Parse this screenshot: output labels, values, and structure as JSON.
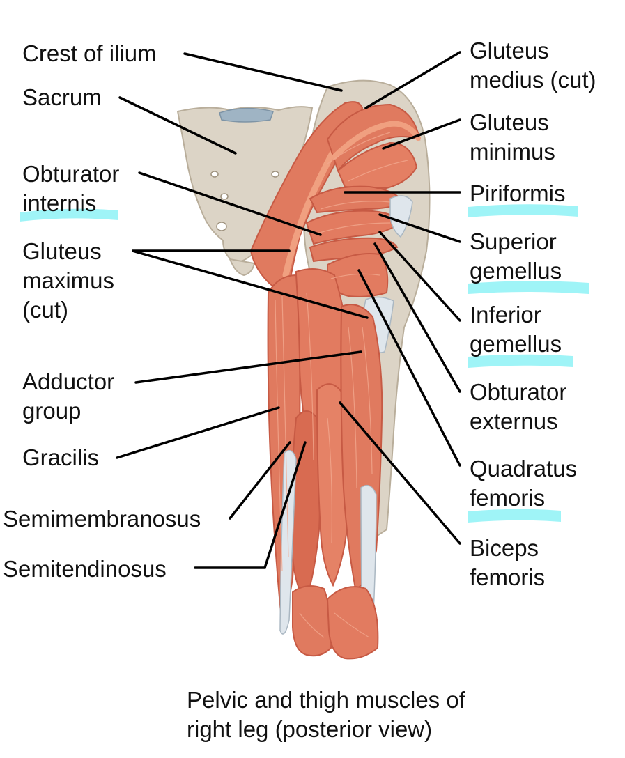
{
  "colors": {
    "bone": "#dcd4c6",
    "bone_dark": "#b9ae9b",
    "muscle": "#e07a5f",
    "muscle_dark": "#c75a44",
    "muscle_light": "#f0a080",
    "tendon": "#dfe6ec",
    "cartilage": "#9fb4c4",
    "leader": "#000000",
    "highlight": "#7ff0f4"
  },
  "labels": {
    "crest_of_ilium": "Crest of ilium",
    "sacrum": "Sacrum",
    "obturator_internis_1": "Obturator",
    "obturator_internis_2": "internis",
    "gluteus_maximus_1": "Gluteus",
    "gluteus_maximus_2": "maximus",
    "gluteus_maximus_3": "(cut)",
    "adductor_group_1": "Adductor",
    "adductor_group_2": "group",
    "gracilis": "Gracilis",
    "semimembranosus": "Semimembranosus",
    "semitendinosus": "Semitendinosus",
    "gluteus_medius_1": "Gluteus",
    "gluteus_medius_2": "medius (cut)",
    "gluteus_minimus_1": "Gluteus",
    "gluteus_minimus_2": "minimus",
    "piriformis": "Piriformis",
    "superior_gemellus_1": "Superior",
    "superior_gemellus_2": "gemellus",
    "inferior_gemellus_1": "Inferior",
    "inferior_gemellus_2": "gemellus",
    "obturator_externus_1": "Obturator",
    "obturator_externus_2": "externus",
    "quadratus_femoris_1": "Quadratus",
    "quadratus_femoris_2": "femoris",
    "biceps_femoris_1": "Biceps",
    "biceps_femoris_2": "femoris"
  },
  "caption": {
    "line1": "Pelvic and thigh muscles of",
    "line2": "right leg (posterior view)"
  },
  "highlighted_labels": [
    "Obturator internis",
    "Piriformis",
    "Superior gemellus",
    "Inferior gemellus",
    "Quadratus femoris"
  ]
}
